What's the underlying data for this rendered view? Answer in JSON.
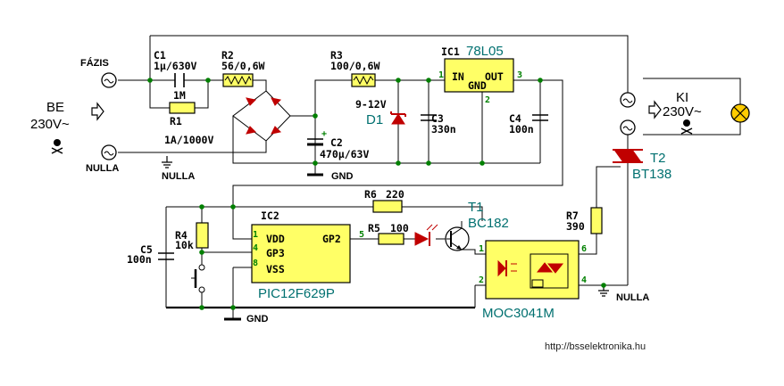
{
  "io": {
    "in_label": "BE",
    "in_voltage": "230V~",
    "out_label": "KI",
    "out_voltage": "230V~",
    "phase": "FÁZIS",
    "neutral_left": "NULLA",
    "neutral_gnd": "NULLA",
    "neutral_right": "NULLA"
  },
  "parts": {
    "c1_name": "C1",
    "c1_val": "1µ/630V",
    "r1_val": "1M",
    "r1_name": "R1",
    "r2_name": "R2",
    "r2_val": "56/0,6W",
    "r3_name": "R3",
    "r3_val": "100/0,6W",
    "bridge_val": "1A/1000V",
    "c2_name": "C2",
    "c2_val": "470µ/63V",
    "d1_val": "9-12V",
    "d1_name": "D1",
    "c3_name": "C3",
    "c3_val": "330n",
    "c4_name": "C4",
    "c4_val": "100n",
    "ic1_name": "IC1",
    "ic1_type": "78L05",
    "ic1_in": "IN",
    "ic1_gnd": "GND",
    "ic1_out": "OUT",
    "ic1_pin1": "1",
    "ic1_pin2": "2",
    "ic1_pin3": "3",
    "gnd1": "GND",
    "r6_name": "R6",
    "r6_val": "220",
    "r5_name": "R5",
    "r5_val": "100",
    "t1_name": "T1",
    "t1_type": "BC182",
    "r4_name": "R4",
    "r4_val": "10k",
    "c5_name": "C5",
    "c5_val": "100n",
    "ic2_name": "IC2",
    "ic2_type": "PIC12F629P",
    "ic2_vdd": "VDD",
    "ic2_gp2": "GP2",
    "ic2_gp3": "GP3",
    "ic2_vss": "VSS",
    "ic2_pin1": "1",
    "ic2_pin5": "5",
    "ic2_pin4": "4",
    "ic2_pin8": "8",
    "gnd2": "GND",
    "r7_name": "R7",
    "r7_val": "390",
    "t2_name": "T2",
    "t2_type": "BT138",
    "opto_type": "MOC3041M",
    "opto_pin1": "1",
    "opto_pin2": "2",
    "opto_pin6": "6",
    "opto_pin4": "4"
  },
  "footer": {
    "url": "http://bsselektronika.hu"
  }
}
